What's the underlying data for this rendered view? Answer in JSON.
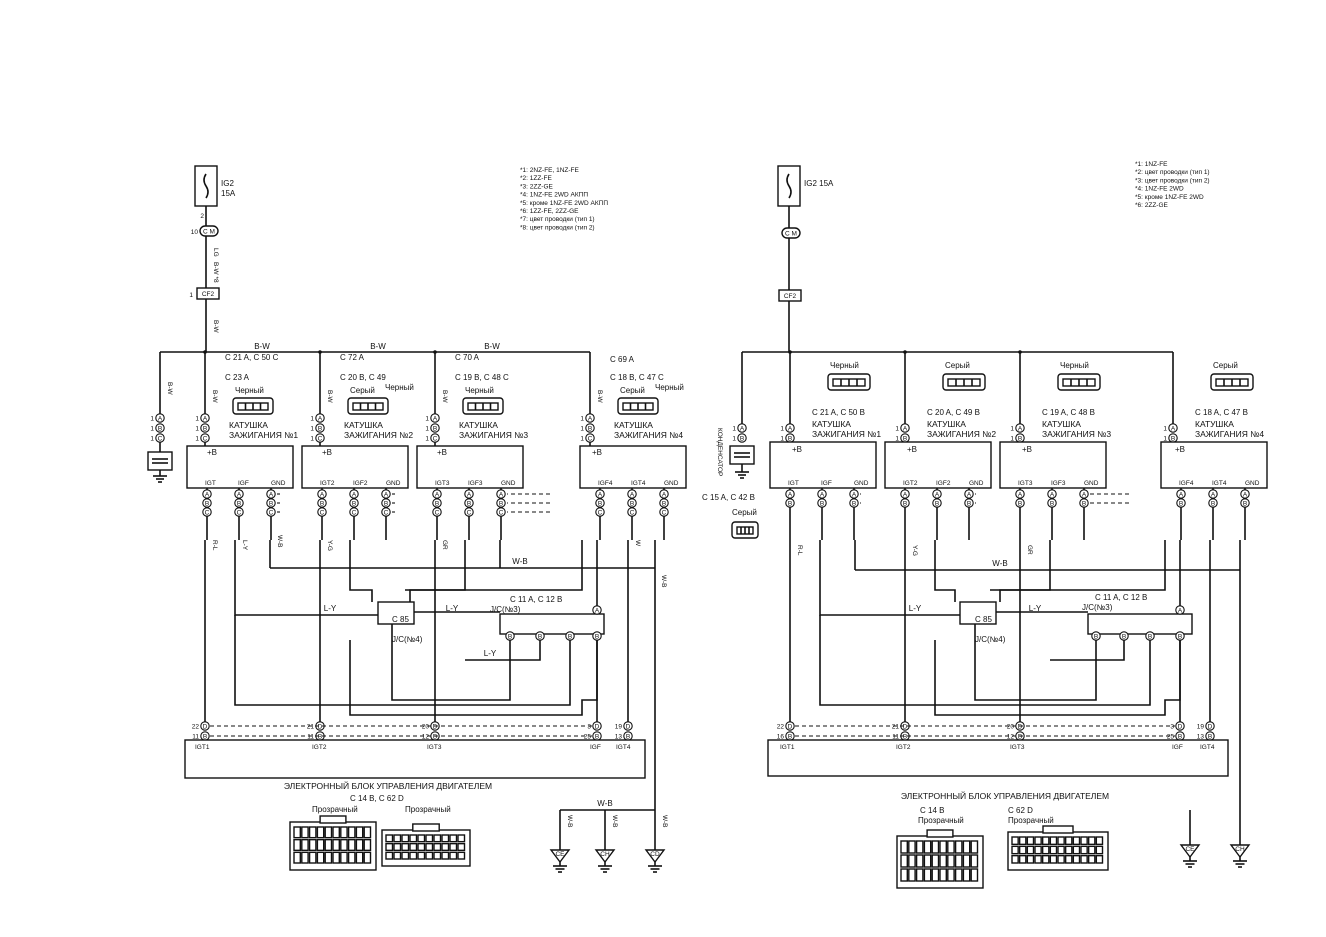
{
  "left": {
    "fuse": "IG2\n15A",
    "fuse_l1": "IG2",
    "fuse_l2": "15A",
    "notes": [
      "*1: 2NZ-FE, 1NZ-FE",
      "*2: 1ZZ-FE",
      "*3: 2ZZ-GE",
      "*4: 1NZ-FE 2WD АКПП",
      "*5: кроме 1NZ-FE 2WD АКПП",
      "*6: 1ZZ-FE, 2ZZ-GE",
      "*7: цвет проводки (тип 1)",
      "*8: цвет проводки (тип 2)"
    ],
    "conn_top": "C M",
    "conn_cf": "CF2",
    "wire_bw": "B-W",
    "wire_lg": "LG",
    "wire_w": "W",
    "coils": [
      {
        "label1": "КАТУШКА",
        "label2": "ЗАЖИГАНИЯ №1",
        "ref": "C 21 A, C 50 C",
        "ref_top": "C 23 A",
        "color": "Черный",
        "pins": [
          "IGT",
          "IGF",
          "GND"
        ]
      },
      {
        "label1": "КАТУШКА",
        "label2": "ЗАЖИГАНИЯ №2",
        "ref": "C 72 A",
        "ref_top": "C 20 B, C 49",
        "color": "Серый",
        "color2": "Черный",
        "pins": [
          "IGT2",
          "IGF2",
          "GND"
        ]
      },
      {
        "label1": "КАТУШКА",
        "label2": "ЗАЖИГАНИЯ №3",
        "ref": "C 70 A",
        "ref_top": "C 19 B, C 48 C",
        "color": "Черный",
        "pins": [
          "IGT3",
          "IGF3",
          "GND"
        ]
      },
      {
        "label1": "КАТУШКА",
        "label2": "ЗАЖИГАНИЯ №4",
        "ref": "C 69 A",
        "ref_top": "C 18 B, C 47 C",
        "color": "Серый",
        "color2": "Черный",
        "pins": [
          "IGF4",
          "IGT4",
          "GND"
        ]
      }
    ],
    "jc3": "J/C(№3)",
    "jc3_ref": "C 11 A, C 12 B",
    "jc4": "J/C(№4)",
    "jc4_ref": "C 85",
    "ecu_pins": [
      "IGT1",
      "IGT2",
      "IGT3",
      "IGF",
      "IGT4"
    ],
    "ecu_label": "ЭЛЕКТРОННЫЙ БЛОК УПРАВЛЕНИЯ ДВИГАТЕЛЕМ",
    "ecu_ref": "C 14 B, C 62 D",
    "conn1": "Прозрачный",
    "conn2": "Прозрачный",
    "grounds": [
      "CE",
      "CH",
      "CD"
    ],
    "wire_wb": "W-B",
    "wire_ly": "L-Y",
    "wire_rl": "R-L",
    "wire_yg": "Y-G",
    "wire_gr": "GR"
  },
  "right": {
    "fuse": "IG2 15A",
    "notes": [
      "*1: 1NZ-FE",
      "*2: цвет проводки (тип 1)",
      "*3: цвет проводки (тип 2)",
      "*4: 1NZ-FE 2WD",
      "*5: кроме 1NZ-FE 2WD",
      "*6: 2ZZ-GE"
    ],
    "conn_top": "C M",
    "conn_cf": "CF2",
    "condenser": "КОНДЕНСАТОР",
    "cond_ref": "C 15 A, C 42 B",
    "cond_color": "Серый",
    "coils": [
      {
        "label1": "КАТУШКА",
        "label2": "ЗАЖИГАНИЯ №1",
        "ref": "C 21 A, C 50 B",
        "color": "Черный",
        "pins": [
          "IGT",
          "IGF",
          "GND"
        ]
      },
      {
        "label1": "КАТУШКА",
        "label2": "ЗАЖИГАНИЯ №2",
        "ref": "C 20 A, C 49 B",
        "color": "Серый",
        "pins": [
          "IGT2",
          "IGF2",
          "GND"
        ]
      },
      {
        "label1": "КАТУШКА",
        "label2": "ЗАЖИГАНИЯ №3",
        "ref": "C 19 A, C 48 B",
        "color": "Черный",
        "pins": [
          "IGT3",
          "IGF3",
          "GND"
        ]
      },
      {
        "label1": "КАТУШКА",
        "label2": "ЗАЖИГАНИЯ №4",
        "ref": "C 18 A, C 47 B",
        "color": "Серый",
        "pins": [
          "IGF4",
          "IGT4",
          "GND"
        ]
      }
    ],
    "jc3": "J/C(№3)",
    "jc3_ref": "C 11 A, C 12 B",
    "jc4": "J/C(№4)",
    "jc4_ref": "C 85",
    "ecu_pins": [
      "IGT1",
      "IGT2",
      "IGT3",
      "IGF",
      "IGT4"
    ],
    "ecu_label": "ЭЛЕКТРОННЫЙ БЛОК УПРАВЛЕНИЯ ДВИГАТЕЛЕМ",
    "ecu_ref1": "C 14 B",
    "ecu_ref2": "C 62 D",
    "conn1": "Прозрачный",
    "conn2": "Прозрачный",
    "grounds": [
      "CE",
      "CH"
    ]
  }
}
